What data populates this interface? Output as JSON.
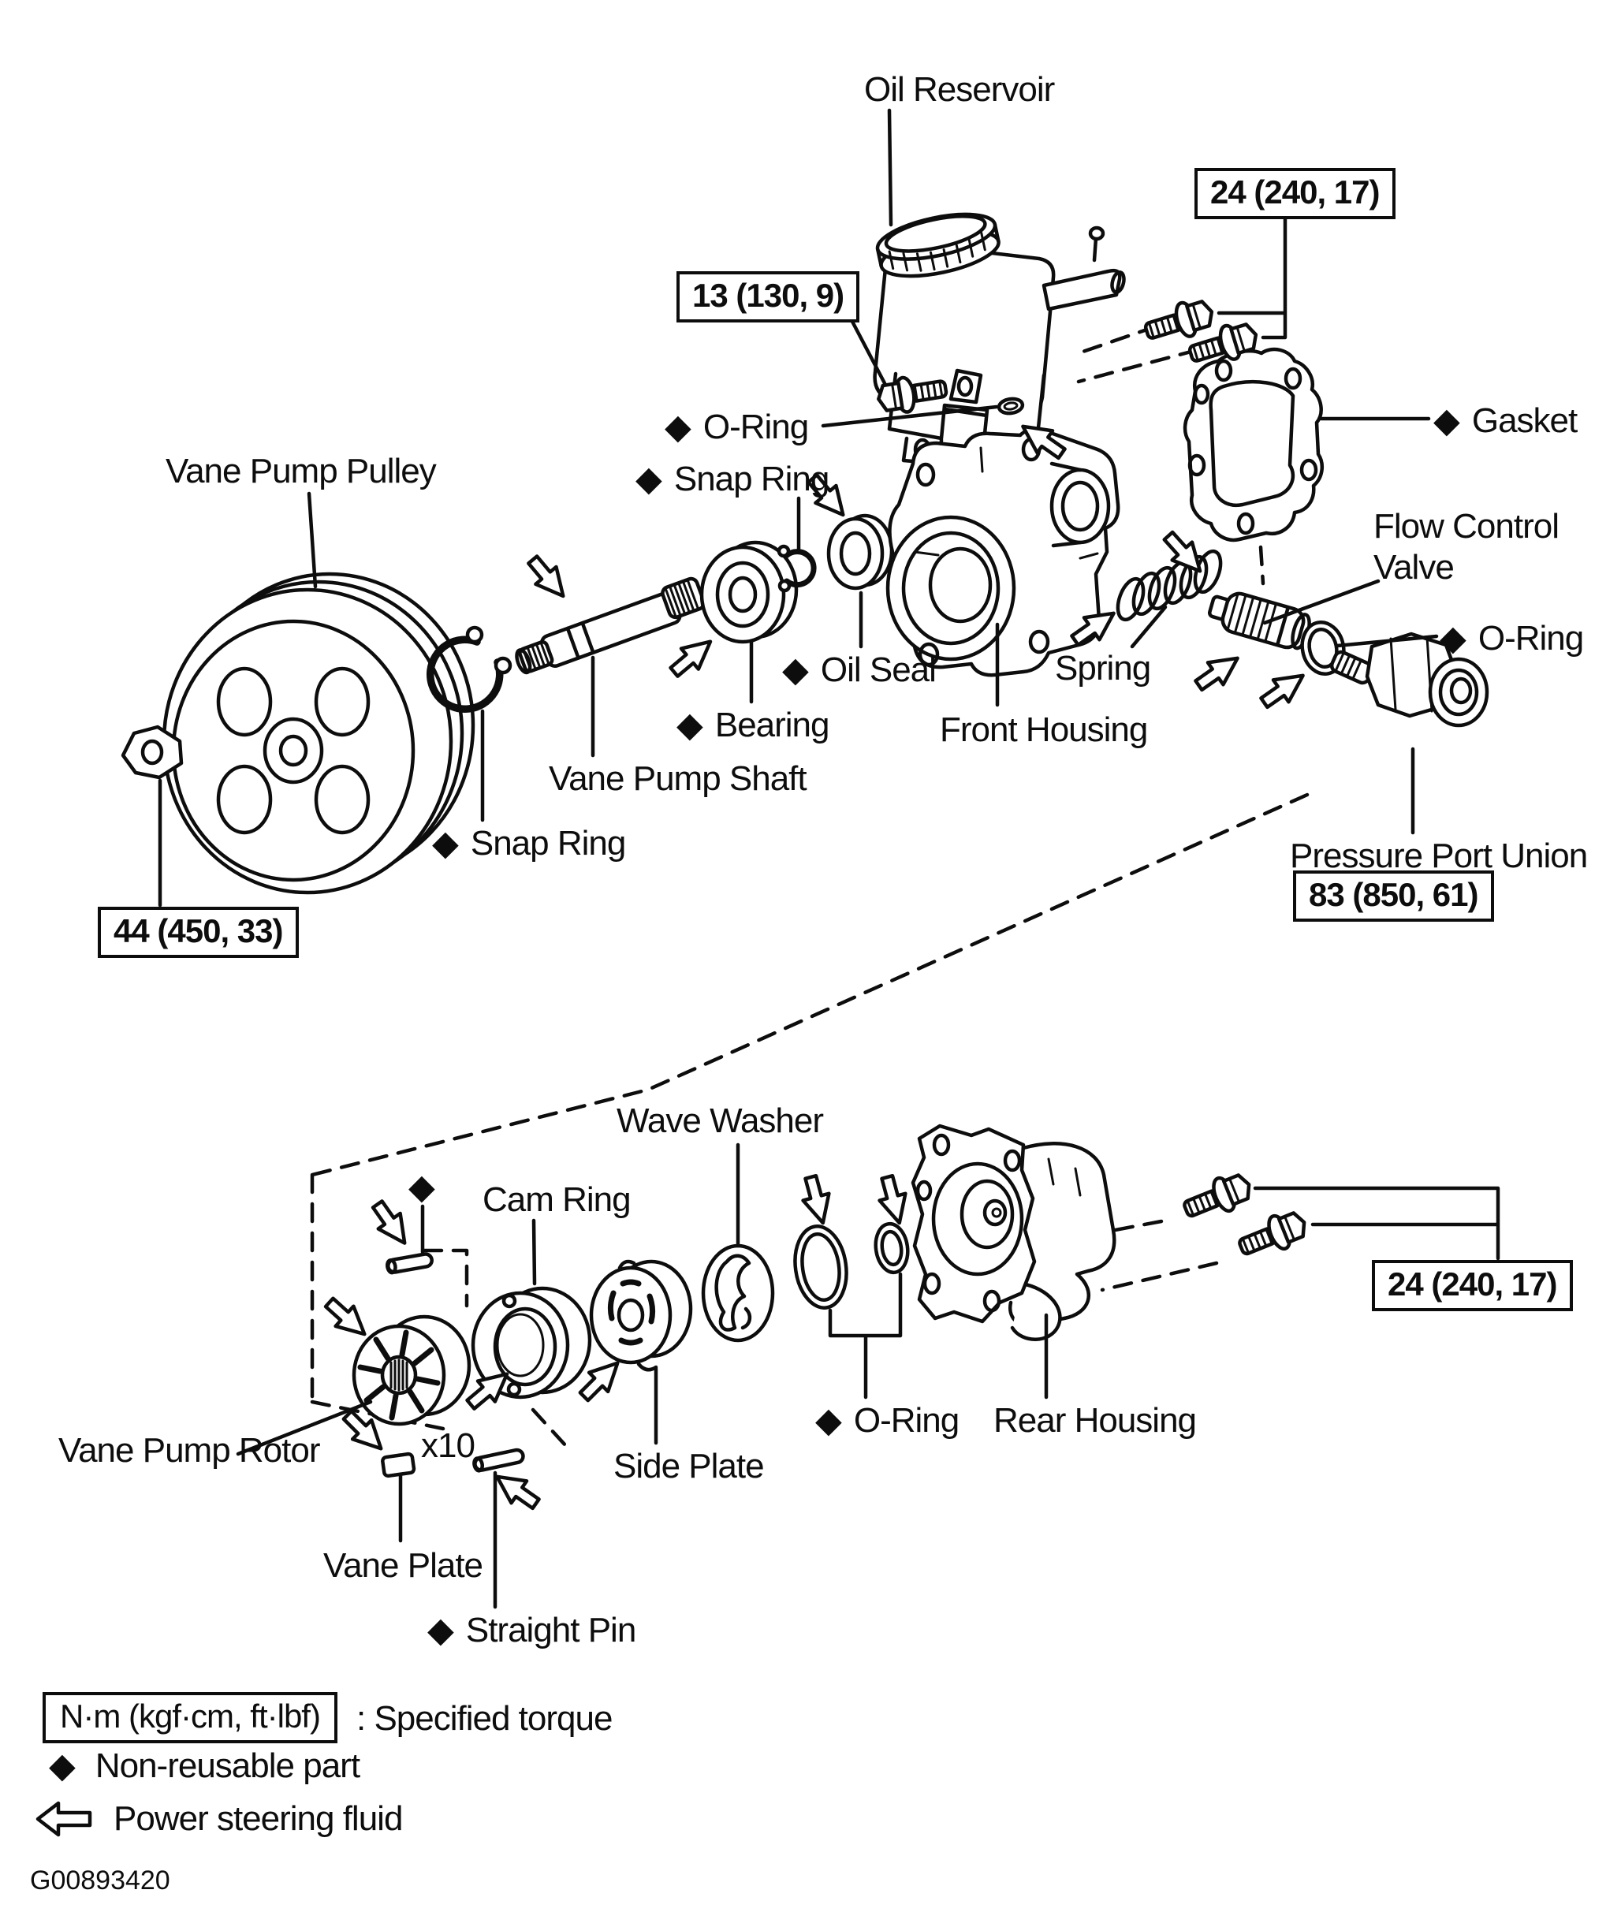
{
  "figure": {
    "code": "G00893420"
  },
  "colors": {
    "ink": "#0d0d0d",
    "paper": "#ffffff"
  },
  "icons": {
    "non_reusable_diamond": "◆"
  },
  "parts": {
    "oil_reservoir": "Oil Reservoir",
    "vane_pump_pulley": "Vane Pump Pulley",
    "o_ring_top": "O-Ring",
    "snap_ring_top": "Snap Ring",
    "gasket": "Gasket",
    "flow_control_valve_line1": "Flow Control",
    "flow_control_valve_line2": "Valve",
    "oil_seal": "Oil Seal",
    "spring": "Spring",
    "front_housing": "Front Housing",
    "bearing": "Bearing",
    "vane_pump_shaft": "Vane Pump Shaft",
    "snap_ring_left": "Snap Ring",
    "o_ring_right": "O-Ring",
    "pressure_port_union": "Pressure Port Union",
    "wave_washer": "Wave Washer",
    "cam_ring": "Cam Ring",
    "vane_pump_rotor": "Vane Pump Rotor",
    "vane_count": "x10",
    "side_plate": "Side Plate",
    "o_ring_rear": "O-Ring",
    "rear_housing": "Rear Housing",
    "vane_plate": "Vane Plate",
    "straight_pin": "Straight Pin"
  },
  "torque_specs": {
    "reservoir_bracket_bolts": "24 (240, 17)",
    "reservoir_mount_bolt": "13 (130, 9)",
    "pulley_nut": "44 (450, 33)",
    "pressure_port_union": "83 (850, 61)",
    "rear_housing_bolts": "24 (240, 17)"
  },
  "legend": {
    "torque_units": "N·m (kgf·cm, ft·lbf)",
    "torque_description": ": Specified torque",
    "non_reusable_part": "Non-reusable part",
    "power_steering_fluid": "Power steering fluid"
  }
}
